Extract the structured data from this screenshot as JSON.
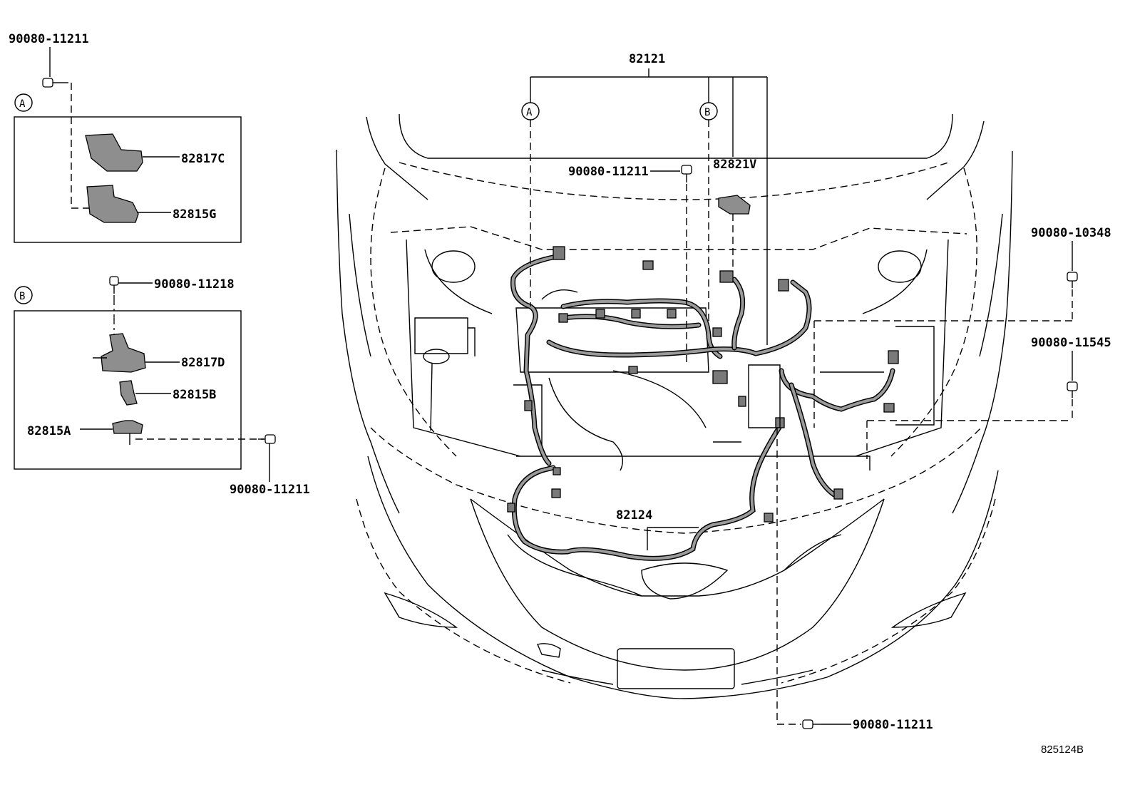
{
  "figure_code": "825124B",
  "callouts": {
    "A_letter": "A",
    "B_letter": "B"
  },
  "labels": {
    "top_left_bolt": "90080-11211",
    "p82817C": "82817C",
    "p82815G": "82815G",
    "b_bolt_top": "90080-11218",
    "p82817D": "82817D",
    "p82815B": "82815B",
    "p82815A": "82815A",
    "b_bolt_bottom": "90080-11211",
    "main_harness": "82121",
    "center_bolt": "90080-11211",
    "p82821V": "82821V",
    "right_bolt_1": "90080-10348",
    "right_bolt_2": "90080-11545",
    "front_harness": "82124",
    "bottom_bolt": "90080-11211"
  }
}
